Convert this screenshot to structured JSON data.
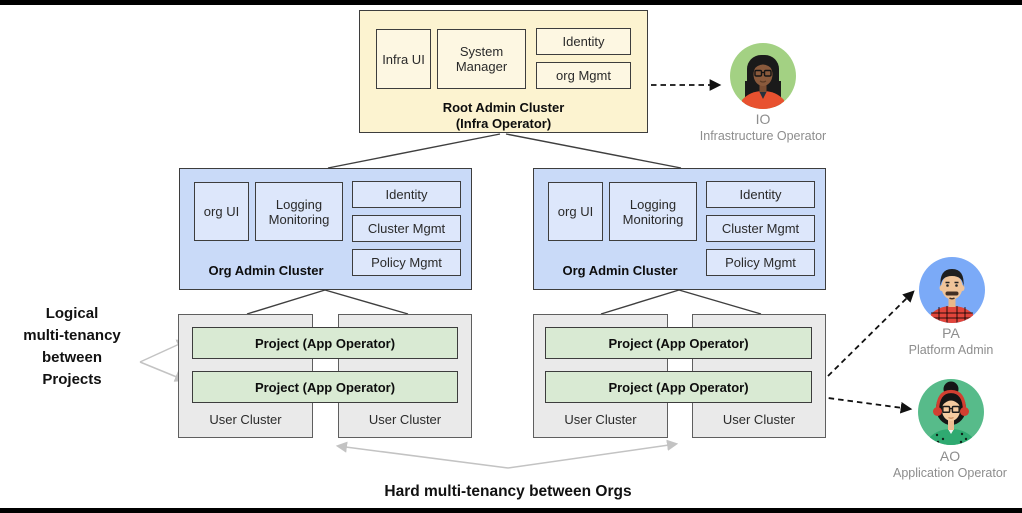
{
  "diagram": {
    "root_cluster": {
      "title": "Root Admin Cluster",
      "subtitle": "(Infra Operator)",
      "components": [
        "Infra UI",
        "System Manager",
        "Identity",
        "org Mgmt"
      ]
    },
    "org_clusters": [
      {
        "title": "Org Admin Cluster",
        "components": [
          "org UI",
          "Logging Monitoring",
          "Identity",
          "Cluster Mgmt",
          "Policy Mgmt"
        ]
      },
      {
        "title": "Org Admin Cluster",
        "components": [
          "org UI",
          "Logging Monitoring",
          "Identity",
          "Cluster Mgmt",
          "Policy Mgmt"
        ]
      }
    ],
    "user_cluster_groups": [
      {
        "projects": [
          "Project (App Operator)",
          "Project (App Operator)"
        ],
        "clusters": [
          "User Cluster",
          "User Cluster"
        ]
      },
      {
        "projects": [
          "Project (App Operator)",
          "Project  (App Operator)"
        ],
        "clusters": [
          "User Cluster",
          "User Cluster"
        ]
      }
    ],
    "annotations": {
      "left_lines": [
        "Logical",
        "multi-tenancy",
        "between",
        "Projects"
      ],
      "bottom": "Hard multi-tenancy between Orgs"
    },
    "personas": [
      {
        "abbr": "IO",
        "role": "Infrastructure Operator",
        "avatar": "woman-dark-hair-glasses",
        "avatar_bg": "#a3d183"
      },
      {
        "abbr": "PA",
        "role": "Platform Admin",
        "avatar": "man-mustache-plaid-shirt",
        "avatar_bg": "#7baaf7"
      },
      {
        "abbr": "AO",
        "role": "Application Operator",
        "avatar": "woman-bun-headphones",
        "avatar_bg": "#57bb8a"
      }
    ]
  },
  "colors": {
    "root_fill": "#fcf3d0",
    "root_component_fill": "#fdf7e2",
    "org_fill": "#c9daf8",
    "org_component_fill": "#dde7fb",
    "user_cluster_fill": "#eaeaea",
    "project_fill": "#d9ead3",
    "box_border": "#3d3d3d",
    "user_border": "#5f5f5f",
    "tree_line": "#3f3f3f",
    "dashed_arrow": "#111111",
    "gray_arrow": "#c3c3c3",
    "persona_text": "#8d8d8d",
    "frame_bar": "#000000"
  }
}
